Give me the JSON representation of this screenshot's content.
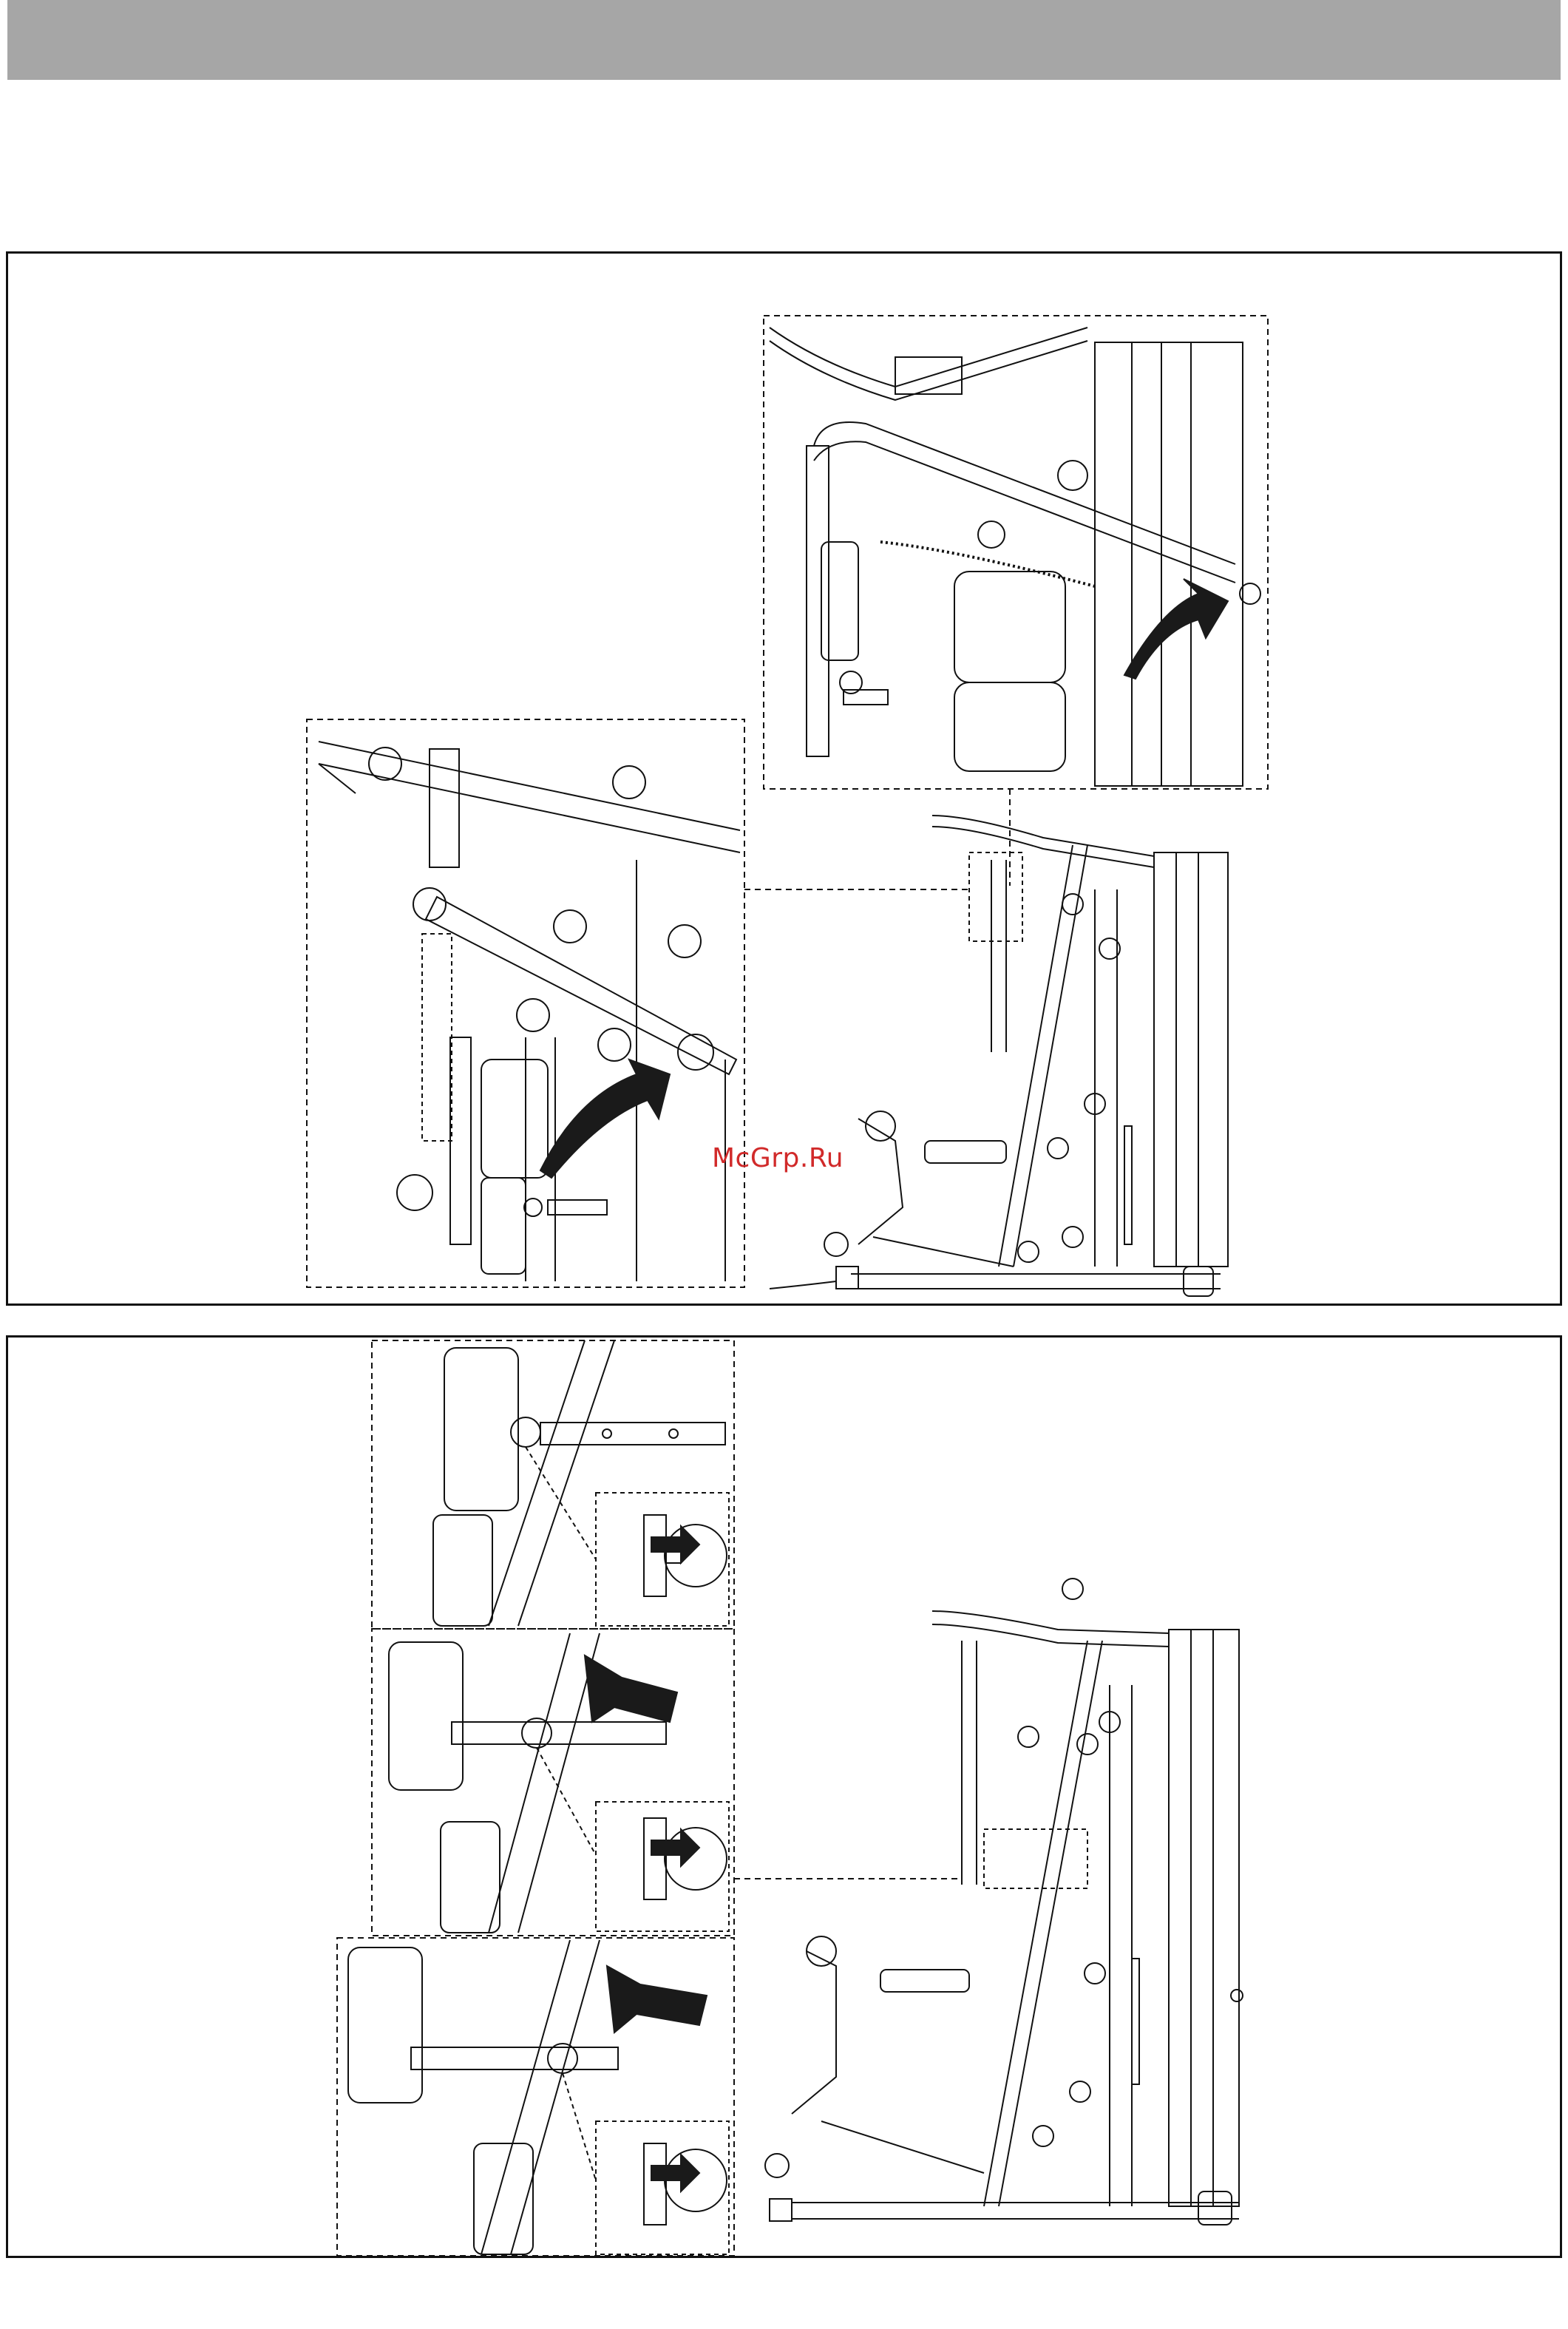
{
  "watermark": {
    "text": "McGrp.Ru"
  },
  "colors": {
    "header_bar": "#a6a6a6",
    "ink": "#111111",
    "arrow_fill": "#1a1a1a",
    "watermark": "#d12a2a"
  },
  "figures": [
    {
      "panel": "top",
      "views": [
        "upper-frame-detail",
        "pulley-arm-detail",
        "machine-overview"
      ]
    },
    {
      "panel": "bottom",
      "views": [
        "leg-pad-detail-1",
        "leg-pad-detail-2",
        "leg-pad-detail-3",
        "machine-overview"
      ]
    }
  ]
}
